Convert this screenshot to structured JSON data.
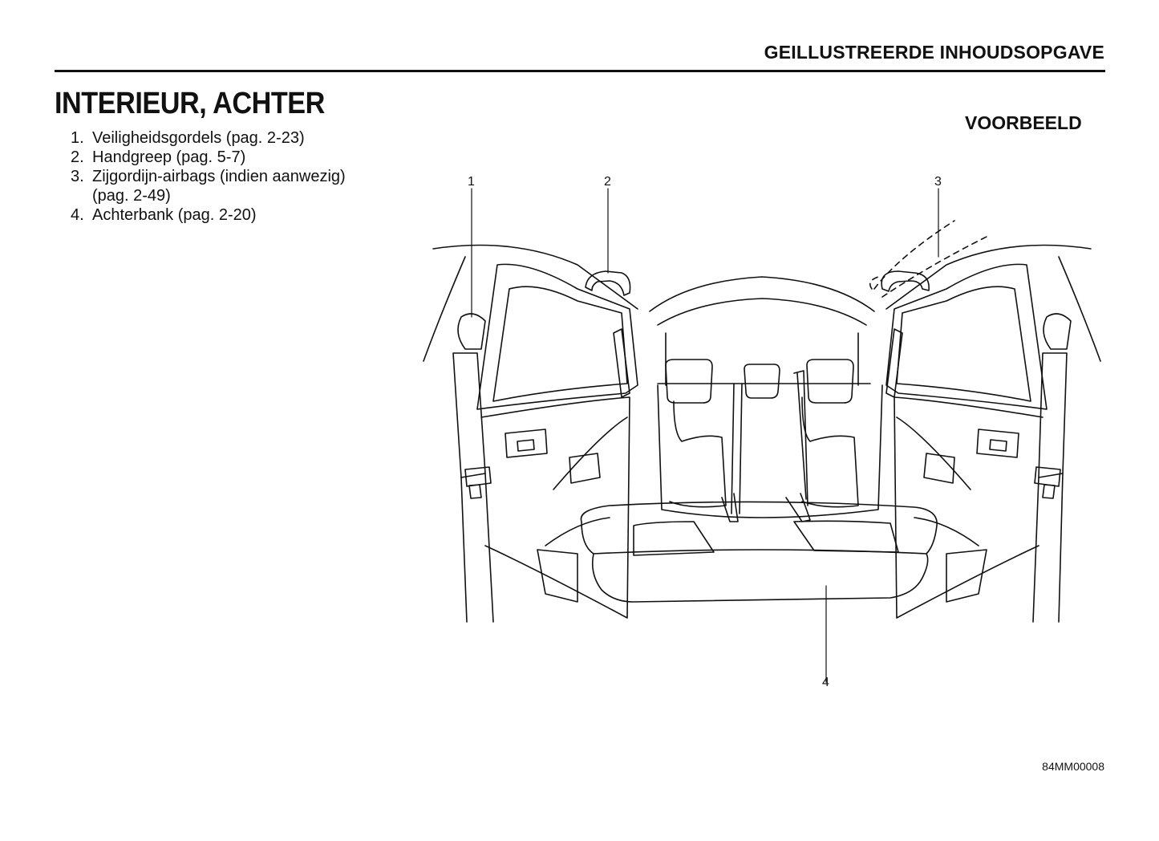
{
  "header": {
    "section_title": "GEILLUSTREERDE INHOUDSOPGAVE"
  },
  "page": {
    "title": "INTERIEUR, ACHTER",
    "example_label": "VOORBEELD",
    "figure_code": "84MM00008"
  },
  "legend": [
    {
      "num": "1.",
      "text": "Veiligheidsgordels (pag. 2-23)"
    },
    {
      "num": "2.",
      "text": "Handgreep (pag. 5-7)"
    },
    {
      "num": "3.",
      "text": "Zijgordijn-airbags (indien aanwezig)",
      "cont": "(pag. 2-49)"
    },
    {
      "num": "4.",
      "text": "Achterbank (pag. 2-20)"
    }
  ],
  "callouts": [
    "1",
    "2",
    "3",
    "4"
  ]
}
